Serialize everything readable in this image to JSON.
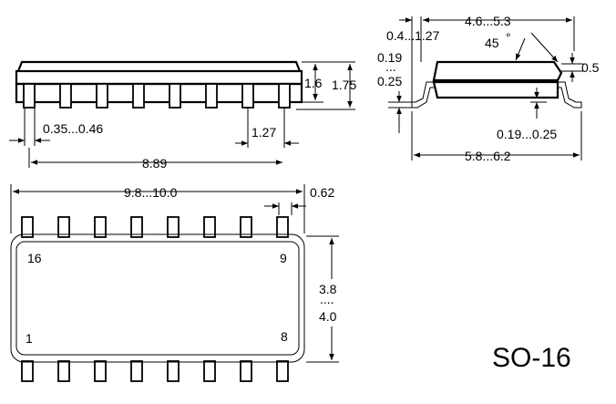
{
  "title": "SO-16",
  "side_view": {
    "lead_width": "0.35...0.46",
    "pitch": "1.27",
    "span": "8.89",
    "body_height": "1.6",
    "total_height": "1.75"
  },
  "end_view": {
    "lead_length": "0.4...1.27",
    "body_width": "4.6...5.3",
    "angle": "45",
    "angle_unit": "°",
    "standoff_min": "0.19",
    "standoff_dots": "...",
    "standoff_max": "0.25",
    "body_top": "0.5",
    "lead_thickness": "0.19...0.25",
    "overall_width": "5.8...6.2"
  },
  "top_view": {
    "length": "9.8...10.0",
    "lead_offset": "0.62",
    "width_min": "3.8",
    "width_dots": "....",
    "width_max": "4.0",
    "pin_16": "16",
    "pin_9": "9",
    "pin_1": "1",
    "pin_8": "8"
  }
}
